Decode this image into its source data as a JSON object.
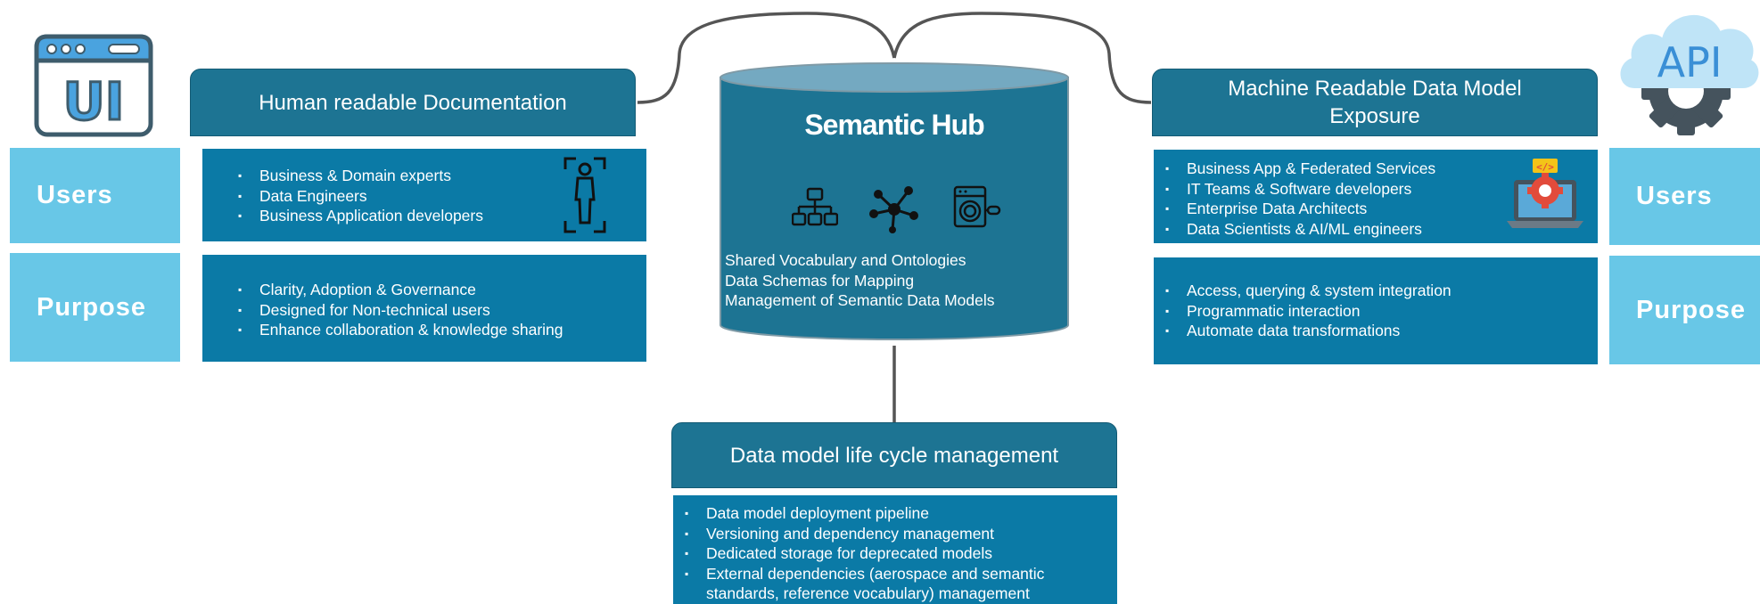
{
  "hub": {
    "title": "Semantic Hub",
    "lines": [
      "Shared Vocabulary and Ontologies",
      "Data Schemas for Mapping",
      "Management of Semantic Data Models"
    ],
    "icons": [
      "hierarchy-icon",
      "network-icon",
      "washing-machine-icon"
    ]
  },
  "left": {
    "logo_text": "UI",
    "header": "Human readable Documentation",
    "users_label": "Users",
    "purpose_label": "Purpose",
    "users_items": [
      "Business & Domain experts",
      "Data Engineers",
      "Business Application developers"
    ],
    "purpose_items": [
      "Clarity, Adoption & Governance",
      "Designed for Non-technical users",
      "Enhance collaboration & knowledge sharing"
    ],
    "users_icon": "person-scan-icon"
  },
  "right": {
    "logo_text": "API",
    "header_line1": "Machine Readable Data Model",
    "header_line2": "Exposure",
    "users_label": "Users",
    "purpose_label": "Purpose",
    "users_items": [
      "Business App & Federated Services",
      "IT Teams & Software developers",
      "Enterprise Data Architects",
      "Data Scientists & AI/ML engineers"
    ],
    "purpose_items": [
      "Access, querying & system integration",
      "Programmatic interaction",
      "Automate data transformations"
    ],
    "users_icon": "laptop-code-icon",
    "code_badge": "</>"
  },
  "bottom": {
    "header": "Data model life cycle management",
    "items": [
      "Data model deployment pipeline",
      "Versioning and dependency management",
      "Dedicated storage for deprecated models",
      "External dependencies (aerospace and semantic standards, reference vocabulary) management"
    ]
  },
  "colors": {
    "header": "#1d7493",
    "panel": "#0b7aa6",
    "side": "#68c7e7",
    "hub_top": "#74a9c1",
    "hub_body": "#1d7493"
  }
}
